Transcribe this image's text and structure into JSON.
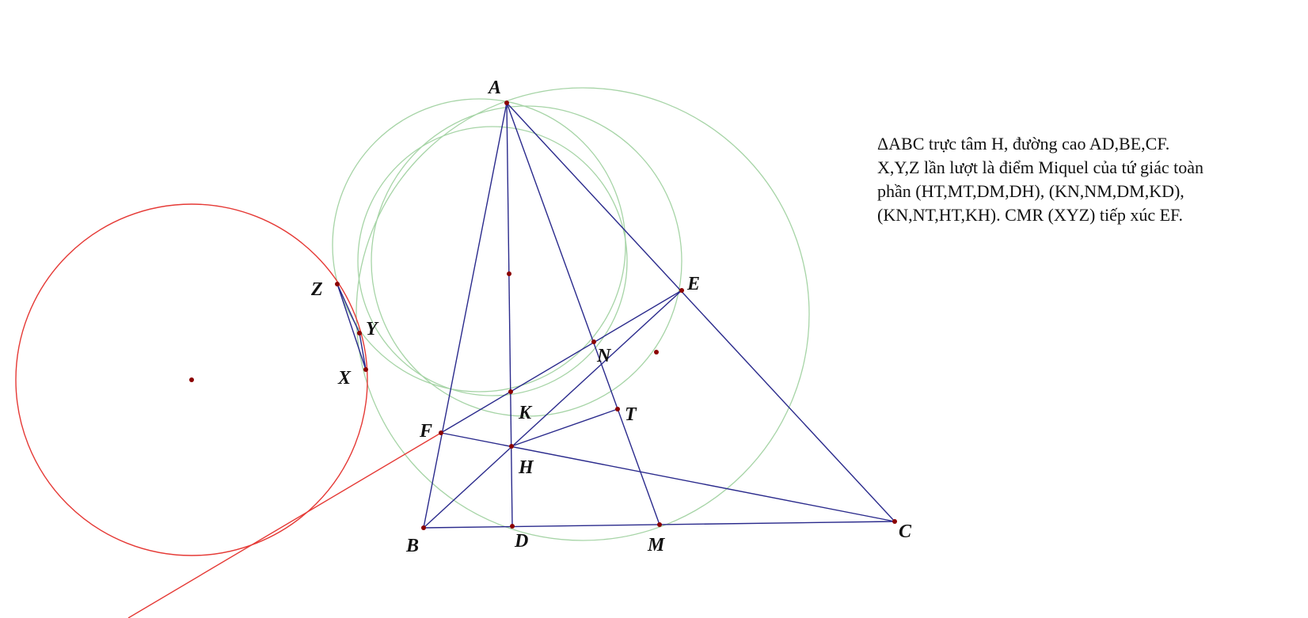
{
  "problem_lines": [
    "ΔABC trực tâm H, đường cao AD,BE,CF.",
    "X,Y,Z lần lượt là điểm Miquel của tứ giác toàn",
    "phần (HT,MT,DM,DH), (KN,NM,DM,KD),",
    "(KN,NT,HT,KH). CMR (XYZ) tiếp xúc EF."
  ],
  "point_labels": {
    "A": "A",
    "B": "B",
    "C": "C",
    "D": "D",
    "E": "E",
    "F": "F",
    "H": "H",
    "K": "K",
    "M": "M",
    "N": "N",
    "T": "T",
    "X": "X",
    "Y": "Y",
    "Z": "Z"
  },
  "colors": {
    "segment": "#2a2a8c",
    "circle": "#a6d4a6",
    "tangent_circle": "#e53935",
    "point": "#8b0000",
    "text": "#111111"
  }
}
